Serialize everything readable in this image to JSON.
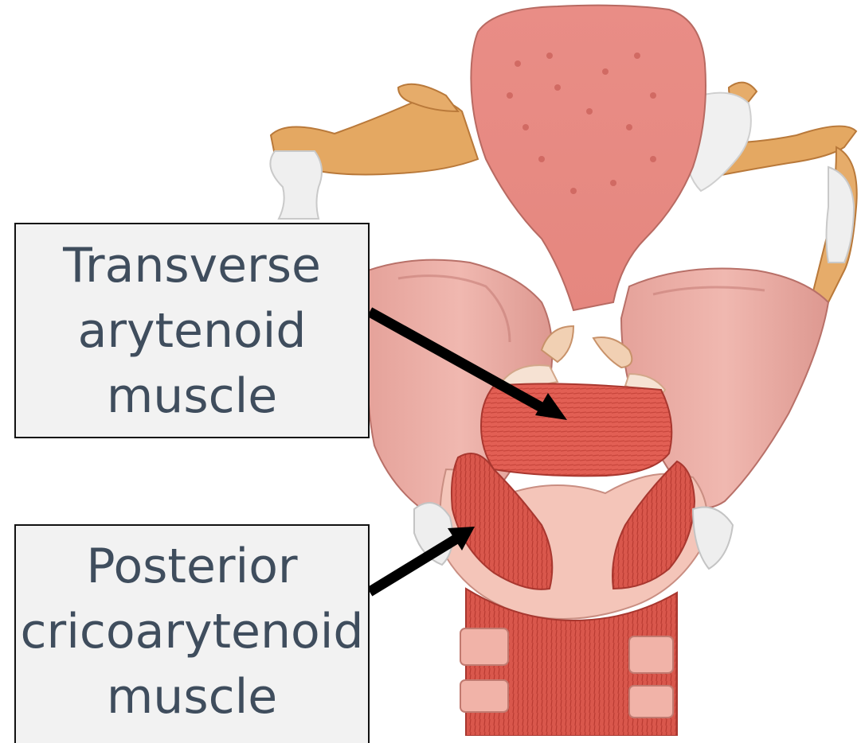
{
  "labels": {
    "transverse": {
      "lines": [
        "Transverse",
        "arytenoid",
        "muscle"
      ]
    },
    "posterior": {
      "lines": [
        "Posterior",
        "cricoarytenoid",
        "muscle"
      ]
    }
  },
  "colors": {
    "label_background": "#f2f2f2",
    "label_border": "#111111",
    "label_text": "#3f4d5d",
    "arrow": "#000000",
    "muscle_red": "#d9534a",
    "cartilage_pink": "#e8a29b",
    "hyoid_tan": "#e0a868",
    "ligament_white": "#ececec"
  }
}
